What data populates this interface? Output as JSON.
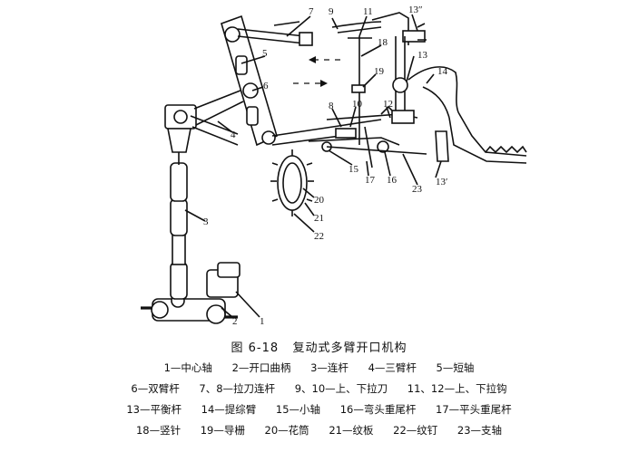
{
  "figure": {
    "label": "图 6-18",
    "title": "复动式多臂开口机构"
  },
  "callouts": [
    "7",
    "9",
    "11",
    "13″",
    "18",
    "5",
    "13",
    "14",
    "6",
    "19",
    "4",
    "8",
    "10",
    "12",
    "15",
    "17",
    "16",
    "23",
    "13′",
    "20",
    "3",
    "21",
    "22",
    "2",
    "1"
  ],
  "legend_rows": [
    [
      "1—中心轴",
      "2—开口曲柄",
      "3—连杆",
      "4—三臂杆",
      "5—短轴"
    ],
    [
      "6—双臂杆",
      "7、8—拉刀连杆",
      "9、10—上、下拉刀",
      "11、12—上、下拉钩"
    ],
    [
      "13—平衡杆",
      "14—提综臂",
      "15—小轴",
      "16—弯头重尾杆",
      "17—平头重尾杆"
    ],
    [
      "18—竖针",
      "19—导栅",
      "20—花筒",
      "21—纹板",
      "22—纹钉",
      "23—支轴"
    ]
  ]
}
